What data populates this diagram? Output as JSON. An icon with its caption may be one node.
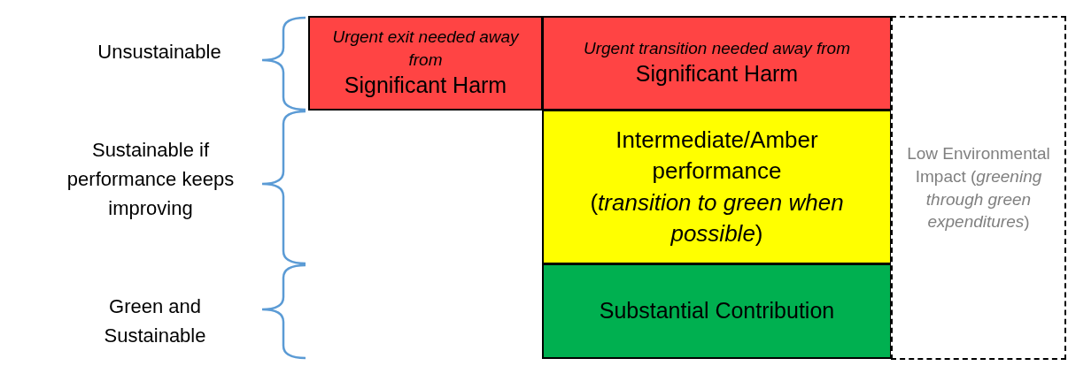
{
  "diagram": {
    "nodes": [
      {
        "text": [
          "Urgent exit needed away from",
          "Significant Harm"
        ]
      },
      {
        "text": [
          "Urgent transition needed away from",
          "Significant Harm"
        ]
      },
      {
        "text": [
          "Intermediate/Amber performance",
          "(*transition to green when possible*)"
        ]
      },
      {
        "text": [
          "Substantial Contribution"
        ]
      },
      {
        "text": [
          "Low Environmental Impact (*greening through green expenditures*)"
        ]
      }
    ],
    "edges": [],
    "labels": [
      "Unsustainable",
      "Sustainable if performance keeps improving",
      "Green and Sustainable"
    ]
  }
}
